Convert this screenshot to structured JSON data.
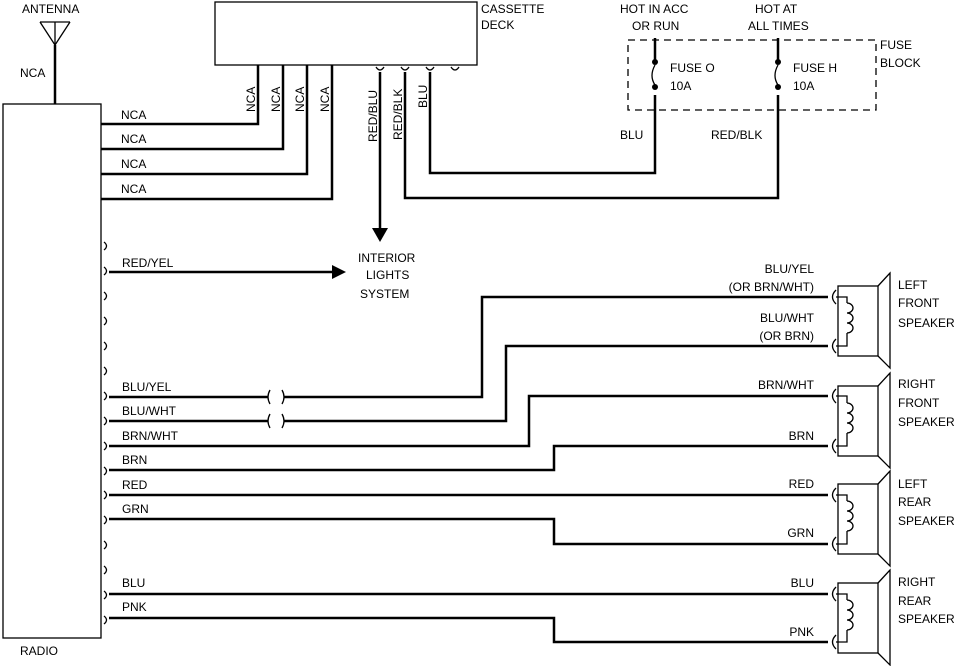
{
  "labels": {
    "antenna": "ANTENNA",
    "antenna_wire": "NCA",
    "radio": "RADIO",
    "cassette_line1": "CASSETTE",
    "cassette_line2": "DECK",
    "fuse_block_line1": "FUSE",
    "fuse_block_line2": "BLOCK",
    "hot_acc_line1": "HOT IN ACC",
    "hot_acc_line2": "OR RUN",
    "hot_all_line1": "HOT AT",
    "hot_all_line2": "ALL TIMES",
    "fuse_o_name": "FUSE O",
    "fuse_o_rating": "10A",
    "fuse_h_name": "FUSE H",
    "fuse_h_rating": "10A",
    "blu_feed": "BLU",
    "redblk_feed": "RED/BLK",
    "interior_line1": "INTERIOR",
    "interior_line2": "LIGHTS",
    "interior_line3": "SYSTEM"
  },
  "deck_wires": {
    "nca_1": "NCA",
    "nca_2": "NCA",
    "nca_3": "NCA",
    "nca_4": "NCA",
    "red_blu": "RED/BLU",
    "red_blk": "RED/BLK",
    "blu": "BLU"
  },
  "radio_wires": {
    "nca_1": "NCA",
    "nca_2": "NCA",
    "nca_3": "NCA",
    "nca_4": "NCA",
    "red_yel": "RED/YEL",
    "blu_yel": "BLU/YEL",
    "blu_wht": "BLU/WHT",
    "brn_wht": "BRN/WHT",
    "brn": "BRN",
    "red": "RED",
    "grn": "GRN",
    "blu": "BLU",
    "pnk": "PNK"
  },
  "speaker_wires": {
    "lf_pos_line1": "BLU/YEL",
    "lf_pos_line2": "(OR BRN/WHT)",
    "lf_neg_line1": "BLU/WHT",
    "lf_neg_line2": "(OR BRN)",
    "rf_pos": "BRN/WHT",
    "rf_neg": "BRN",
    "lr_pos": "RED",
    "lr_neg": "GRN",
    "rr_pos": "BLU",
    "rr_neg": "PNK"
  },
  "speakers": {
    "left_front": [
      "LEFT",
      "FRONT",
      "SPEAKER"
    ],
    "right_front": [
      "RIGHT",
      "FRONT",
      "SPEAKER"
    ],
    "left_rear": [
      "LEFT",
      "REAR",
      "SPEAKER"
    ],
    "right_rear": [
      "RIGHT",
      "REAR",
      "SPEAKER"
    ]
  }
}
